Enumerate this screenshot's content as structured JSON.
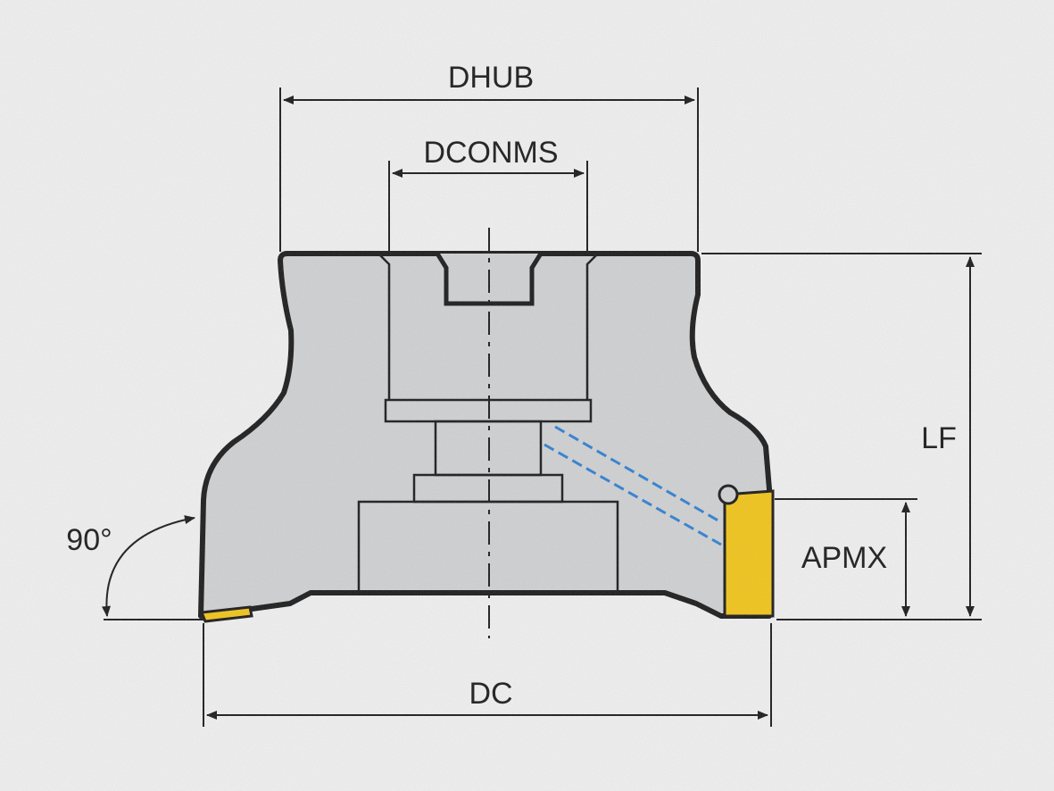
{
  "labels": {
    "dhub": "DHUB",
    "dconms": "DCONMS",
    "lf": "LF",
    "apmx": "APMX",
    "dc": "DC",
    "angle": "90°"
  },
  "colors": {
    "background": "#efefef",
    "body_fill": "#cfd0d2",
    "outline": "#1a1a1a",
    "insert_fill": "#f0c419",
    "coolant_lines": "#2f7fd0"
  }
}
